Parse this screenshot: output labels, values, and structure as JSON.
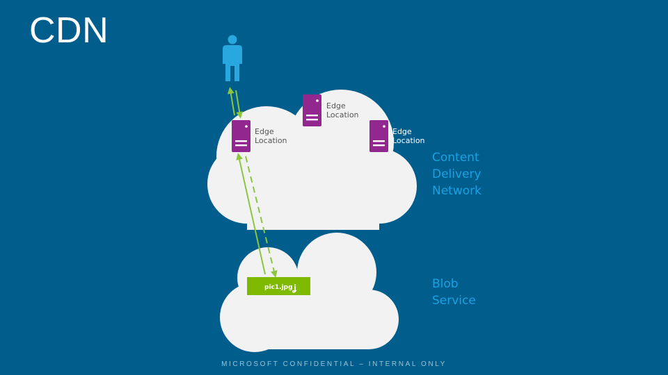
{
  "slide": {
    "title": "CDN",
    "footer": "MICROSOFT CONFIDENTIAL – INTERNAL ONLY"
  },
  "cdn_cloud": {
    "label_lines": [
      "Content",
      "Delivery",
      "Network"
    ],
    "edge_locations": [
      {
        "line1": "Edge",
        "line2": "Location",
        "text_color": "#555555"
      },
      {
        "line1": "Edge",
        "line2": "Location",
        "text_color": "#555555"
      },
      {
        "line1": "Edge",
        "line2": "Location",
        "text_color": "#ffffff"
      }
    ]
  },
  "blob_cloud": {
    "label_lines": [
      "Blob",
      "Service"
    ],
    "file_label": "pic1.jpg"
  },
  "icons": {
    "user": "person-icon",
    "server": "server-icon"
  },
  "colors": {
    "background": "#005d8c",
    "cloud": "#f2f2f2",
    "accent_green": "#8cc63f",
    "file_green": "#7fba00",
    "server_purple": "#92278f",
    "user_blue": "#29a8e0",
    "label_blue": "#1ba1e2"
  }
}
